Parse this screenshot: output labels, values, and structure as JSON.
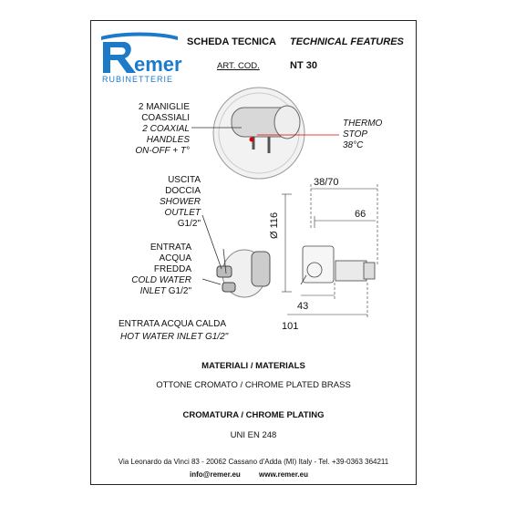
{
  "brand": {
    "name": "Remer",
    "subtitle": "RUBINETTERIE",
    "color": "#1d7ac8"
  },
  "header": {
    "title_it": "SCHEDA TECNICA",
    "title_en": "TECHNICAL FEATURES",
    "art_cod_label": "ART. COD.",
    "art_cod_value": "NT 30"
  },
  "labels": {
    "handles": [
      "2 MANIGLIE",
      "COASSIALI",
      "2 COAXIAL",
      "HANDLES",
      "ON-OFF + T°"
    ],
    "thermo": [
      "THERMO",
      "STOP",
      "38°C"
    ],
    "shower": [
      "USCITA",
      "DOCCIA",
      "SHOWER",
      "OUTLET",
      "G1/2\""
    ],
    "cold": [
      "ENTRATA",
      "ACQUA",
      "FREDDA",
      "COLD WATER",
      "INLET G1/2\""
    ],
    "hot_it": "ENTRATA ACQUA CALDA",
    "hot_en": "HOT WATER INLET G1/2\""
  },
  "dimensions": {
    "d116": "Ø 116",
    "d3870": "38/70",
    "d66": "66",
    "d43": "43",
    "d101": "101"
  },
  "materials": {
    "heading": "MATERIALI / MATERIALS",
    "value": "OTTONE CROMATO / CHROME PLATED BRASS"
  },
  "plating": {
    "heading": "CROMATURA / CHROME PLATING",
    "value": "UNI EN 248"
  },
  "footer": {
    "address": "Via Leonardo da Vinci 83 - 20062 Cassano d'Adda (MI) Italy - Tel. +39-0363 364211",
    "email": "info@remer.eu",
    "web": "www.remer.eu"
  }
}
